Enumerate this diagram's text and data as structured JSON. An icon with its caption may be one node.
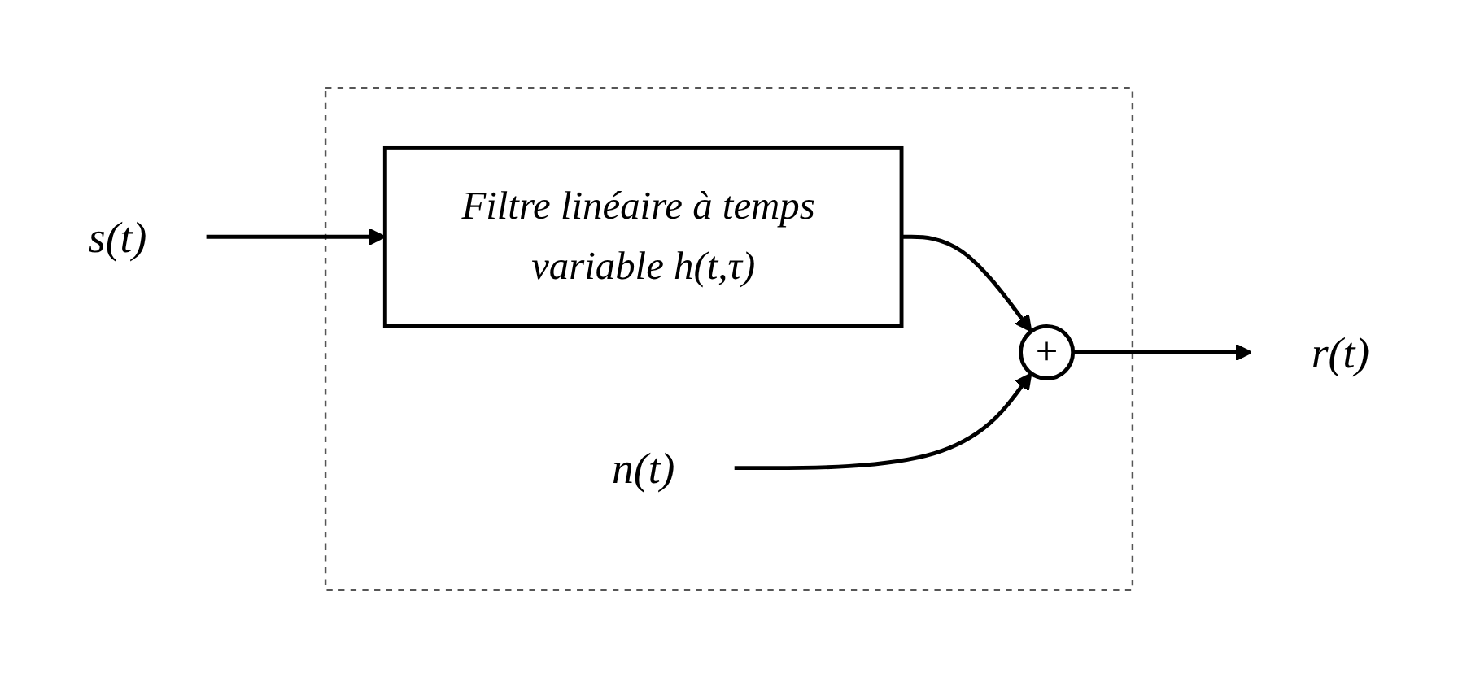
{
  "diagram": {
    "nodes": [
      {
        "text": [
          "s(t)"
        ]
      },
      {
        "text": [],
        "shape": "box"
      },
      {
        "text": [
          "Filtre linéaire à temps variable h(t,τ)"
        ],
        "in": 1
      },
      {
        "text": [
          "+"
        ],
        "in": 1
      },
      {
        "text": [
          "n(t)"
        ],
        "in": 1
      },
      {
        "text": [
          "r(t)"
        ]
      }
    ],
    "edges": [
      {
        "from": 0,
        "to": 2,
        "arrow": "to"
      },
      {
        "from": 2,
        "to": 3,
        "arrow": "to"
      },
      {
        "from": 4,
        "to": 3,
        "arrow": "to"
      },
      {
        "from": 3,
        "to": 5,
        "arrow": "to"
      }
    ]
  }
}
